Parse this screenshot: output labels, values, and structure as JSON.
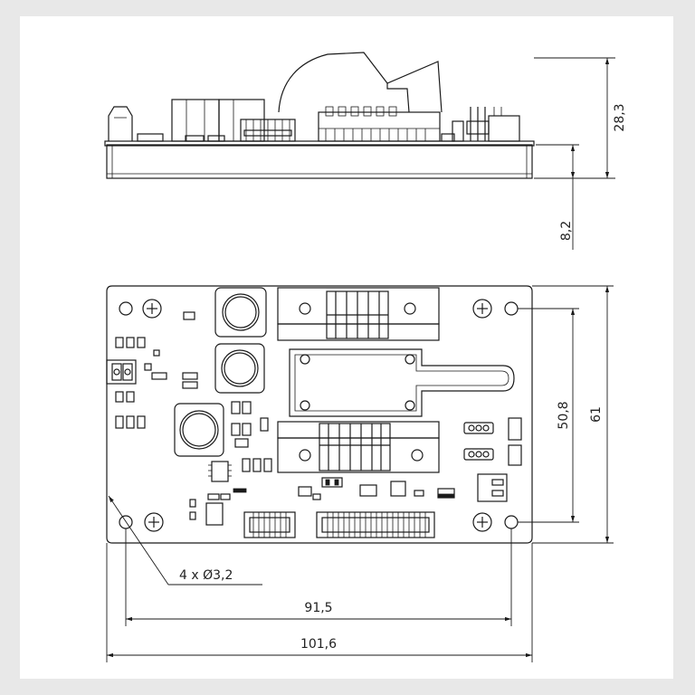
{
  "drawing": {
    "dimensions": {
      "total_height": "28,3",
      "board_thickness": "8,2",
      "hole_spacing_vertical": "50,8",
      "board_height": "61",
      "hole_spacing_horizontal": "91,5",
      "board_width": "101,6",
      "mounting_holes": "4 x Ø3,2"
    }
  }
}
